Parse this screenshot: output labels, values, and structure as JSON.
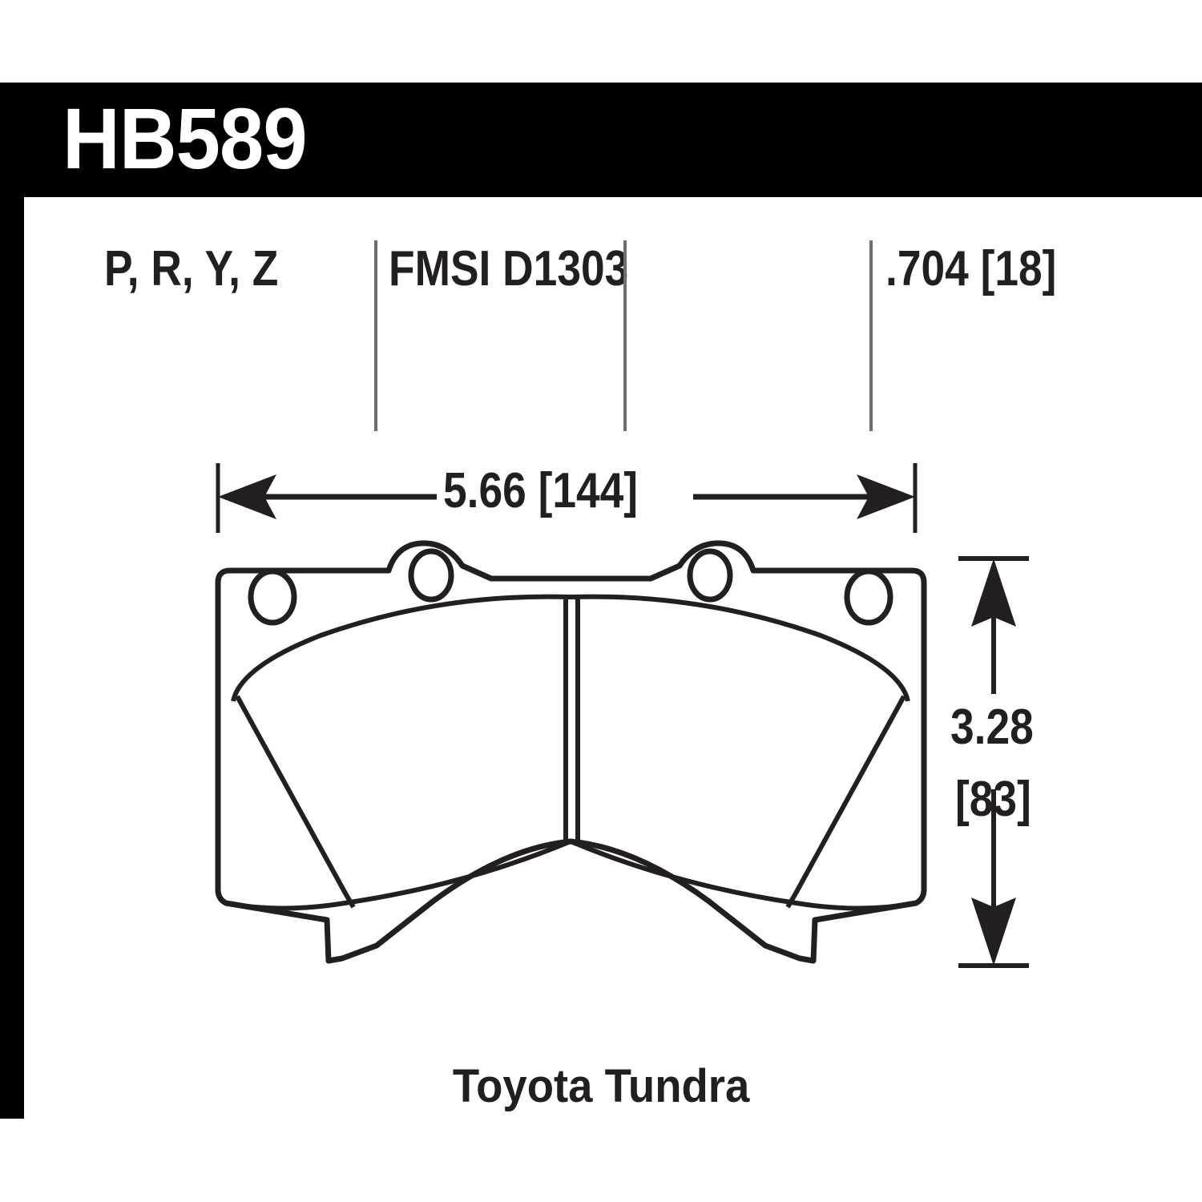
{
  "header": {
    "part_number": "HB589"
  },
  "spec": {
    "compounds": "P, R, Y, Z",
    "fmsi": "FMSI D1303",
    "thickness": ".704 [18]"
  },
  "dimensions": {
    "width": "5.66 [144]",
    "height_in": "3.28",
    "height_mm": "[83]"
  },
  "footer": {
    "vehicle": "Toyota Tundra"
  },
  "colors": {
    "ink": "#231f20",
    "rule": "#6d6e71",
    "header_bg": "#000000",
    "header_fg": "#ffffff",
    "page_bg": "#ffffff"
  }
}
